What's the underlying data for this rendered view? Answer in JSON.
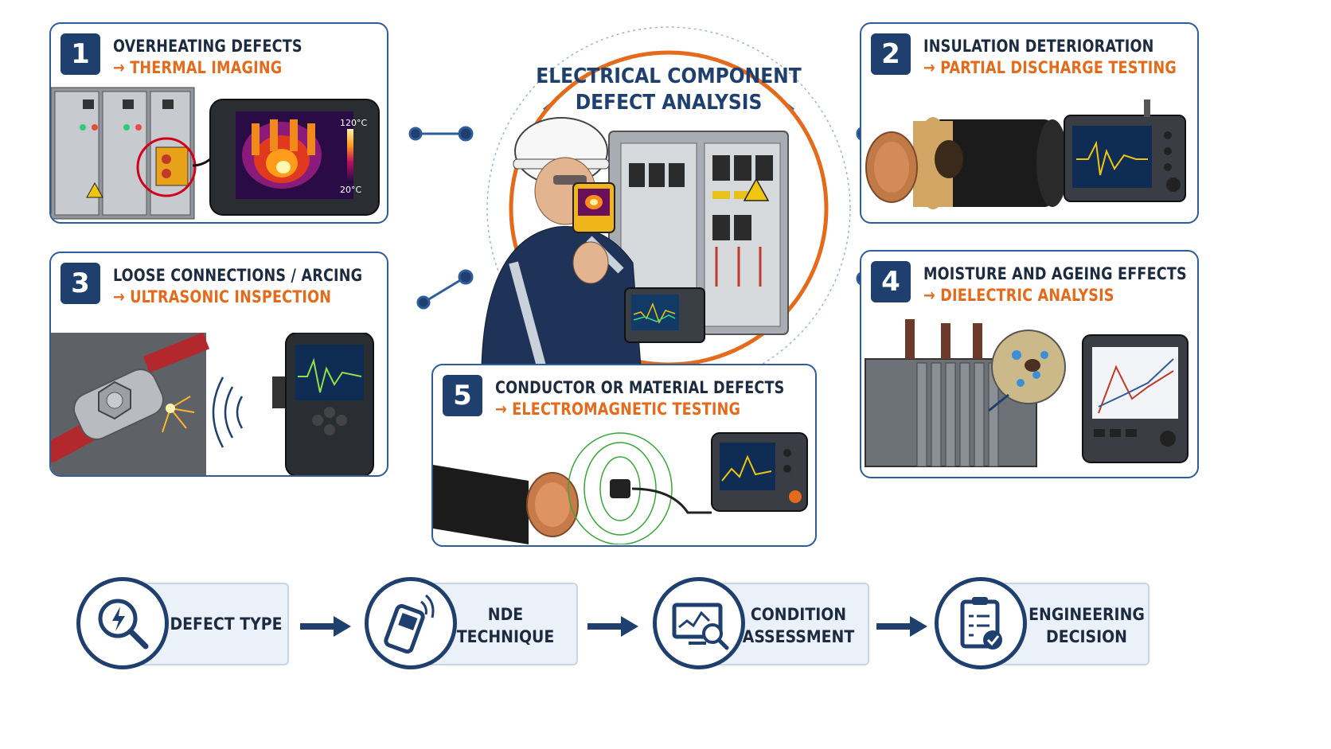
{
  "center": {
    "title_line1": "ELECTRICAL COMPONENT",
    "title_line2": "DEFECT ANALYSIS"
  },
  "cards": [
    {
      "number": "1",
      "defect": "OVERHEATING DEFECTS",
      "technique": "→ THERMAL IMAGING",
      "thermal_high": "120°C",
      "thermal_low": "20°C"
    },
    {
      "number": "2",
      "defect": "INSULATION DETERIORATION",
      "technique": "→ PARTIAL DISCHARGE TESTING"
    },
    {
      "number": "3",
      "defect": "LOOSE CONNECTIONS / ARCING",
      "technique": "→ ULTRASONIC INSPECTION"
    },
    {
      "number": "4",
      "defect": "MOISTURE AND AGEING EFFECTS",
      "technique": "→ DIELECTRIC ANALYSIS"
    },
    {
      "number": "5",
      "defect": "CONDUCTOR OR MATERIAL DEFECTS",
      "technique": "→ ELECTROMAGNETIC TESTING"
    }
  ],
  "flow": {
    "steps": [
      {
        "line1": "DEFECT TYPE",
        "line2": "",
        "icon": "magnifier-bolt-icon"
      },
      {
        "line1": "NDE",
        "line2": "TECHNIQUE",
        "icon": "handheld-tester-icon"
      },
      {
        "line1": "CONDITION",
        "line2": "ASSESSMENT",
        "icon": "monitor-analysis-icon"
      },
      {
        "line1": "ENGINEERING",
        "line2": "DECISION",
        "icon": "clipboard-check-icon"
      }
    ]
  },
  "colors": {
    "navy": "#1f3f6e",
    "blue": "#2f5d9a",
    "orange": "#e46a1c"
  }
}
